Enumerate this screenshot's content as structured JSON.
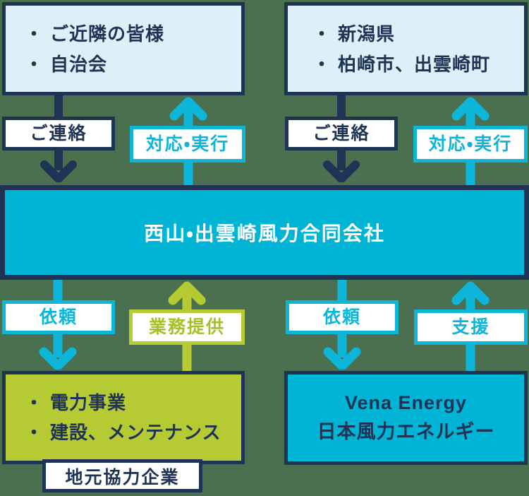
{
  "boxes": {
    "neighbors": {
      "bullet": "・",
      "items": [
        "ご近隣の皆様",
        "自治会"
      ]
    },
    "government": {
      "bullet": "・",
      "items": [
        "新潟県",
        "柏崎市、出雲崎町"
      ]
    },
    "company": {
      "name": "西山・出雲崎風力合同会社"
    },
    "local_partners": {
      "bullet": "・",
      "items": [
        "電力事業",
        "建設、メンテナンス"
      ],
      "caption": "地元協力企業"
    },
    "vena_energy": {
      "name_en": "Vena Energy",
      "name_ja": "日本風力エネルギー"
    }
  },
  "labels": {
    "contact_left": "ご連絡",
    "response_left": "対応・実行",
    "contact_right": "ご連絡",
    "response_right": "対応・実行",
    "request_left": "依頼",
    "service_provision": "業務提供",
    "request_right": "依頼",
    "support": "支援"
  },
  "colors": {
    "navy": "#1f3355",
    "cyan": "#0db6d9",
    "box_cyan": "#00b4d6",
    "light_blue": "#ddeff8",
    "green": "#b5ca33",
    "white": "#ffffff",
    "background": "#4a7050"
  }
}
